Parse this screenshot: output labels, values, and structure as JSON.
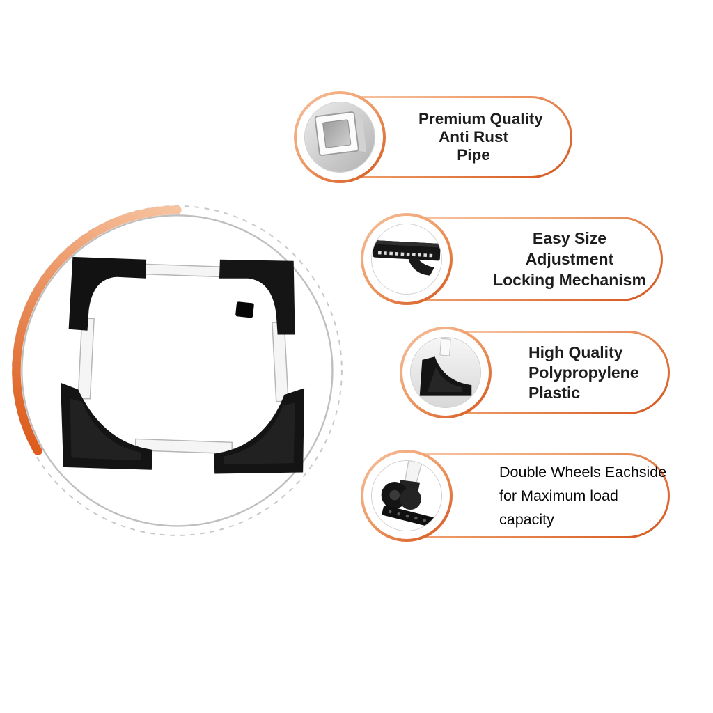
{
  "hero": {
    "image": "adjustable-appliance-stand-base",
    "ring_colors": {
      "dashed": "#c8c8c8",
      "solid": "#bfbfbf",
      "accent_arc_light": "#F7C4A0",
      "accent_arc_dark": "#DD5B1C"
    }
  },
  "features": [
    {
      "image": "anti-rust-pipe",
      "lines": [
        "Premium Quality",
        "Anti Rust",
        "Pipe"
      ]
    },
    {
      "image": "locking-mechanism",
      "lines": [
        "Easy Size",
        "Adjustment",
        "Locking Mechanism"
      ]
    },
    {
      "image": "polypropylene-corner",
      "lines": [
        "High Quality",
        "Polypropylene",
        "Plastic"
      ]
    },
    {
      "image": "double-wheels",
      "lines": [
        "Double Wheels Eachside",
        "for Maximum load",
        "capacity"
      ]
    }
  ],
  "colors": {
    "accent_light": "#F6B48C",
    "accent_dark": "#D4541A",
    "text": "#1D1D1D",
    "background": "#FFFFFF"
  }
}
